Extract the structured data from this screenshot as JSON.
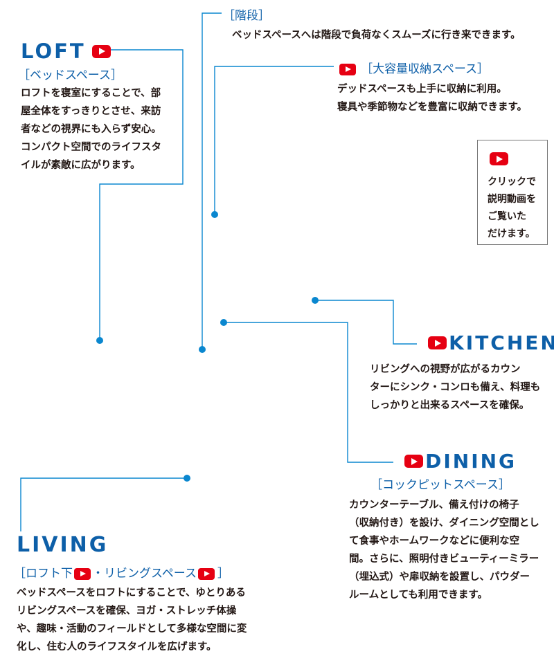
{
  "colors": {
    "accent": "#0d5fa8",
    "leader_line": "#0a87cf",
    "youtube": "#e60012",
    "text": "#231815"
  },
  "icons": {
    "video": "youtube-play-icon"
  },
  "stairs": {
    "title": "［階段］",
    "text": "ベッドスペースへは階段で負荷なくスムーズに行き来できます。"
  },
  "storage": {
    "title": "［大容量収納スペース］",
    "lines": [
      "デッドスペースも上手に収納に利用。",
      "寝具や季節物などを豊富に収納できます。"
    ]
  },
  "loft": {
    "title": "LOFT",
    "subtitle": "［ベッドスペース］",
    "lines": [
      "ロフトを寝室にすることで、部",
      "屋全体をすっきりとさせ、来訪",
      "者などの視界にも入らず安心。",
      "コンパクト空間でのライフスタ",
      "イルが素敵に広がります。"
    ]
  },
  "click_note": {
    "lines": [
      "クリックで",
      "説明動画を",
      "ご覧いた",
      "だけます。"
    ]
  },
  "kitchen": {
    "title": "KITCHEN",
    "lines": [
      "リビングへの視野が広がるカウン",
      "ターにシンク・コンロも備え、料理も",
      "しっかりと出来るスペースを確保。"
    ]
  },
  "dining": {
    "title": "DINING",
    "subtitle": "［コックピットスペース］",
    "lines": [
      "カウンターテーブル、備え付けの椅子",
      "（収納付き）を設け、ダイニング空間とし",
      "て食事やホームワークなどに便利な空",
      "間。さらに、照明付きビューティーミラー",
      "（埋込式）や扉収納を設置し、パウダー",
      "ルームとしても利用できます。"
    ]
  },
  "living": {
    "title": "LIVING",
    "subtitle_a": "［ロフト下",
    "subtitle_b": "・リビングスペース",
    "subtitle_c": "］",
    "lines": [
      "ベッドスペースをロフトにすることで、ゆとりある",
      "リビングスペースを確保、ヨガ・ストレッチ体操",
      "や、趣味・活動のフィールドとして多様な空間に変",
      "化し、住む人のライフスタイルを広げます。"
    ]
  }
}
